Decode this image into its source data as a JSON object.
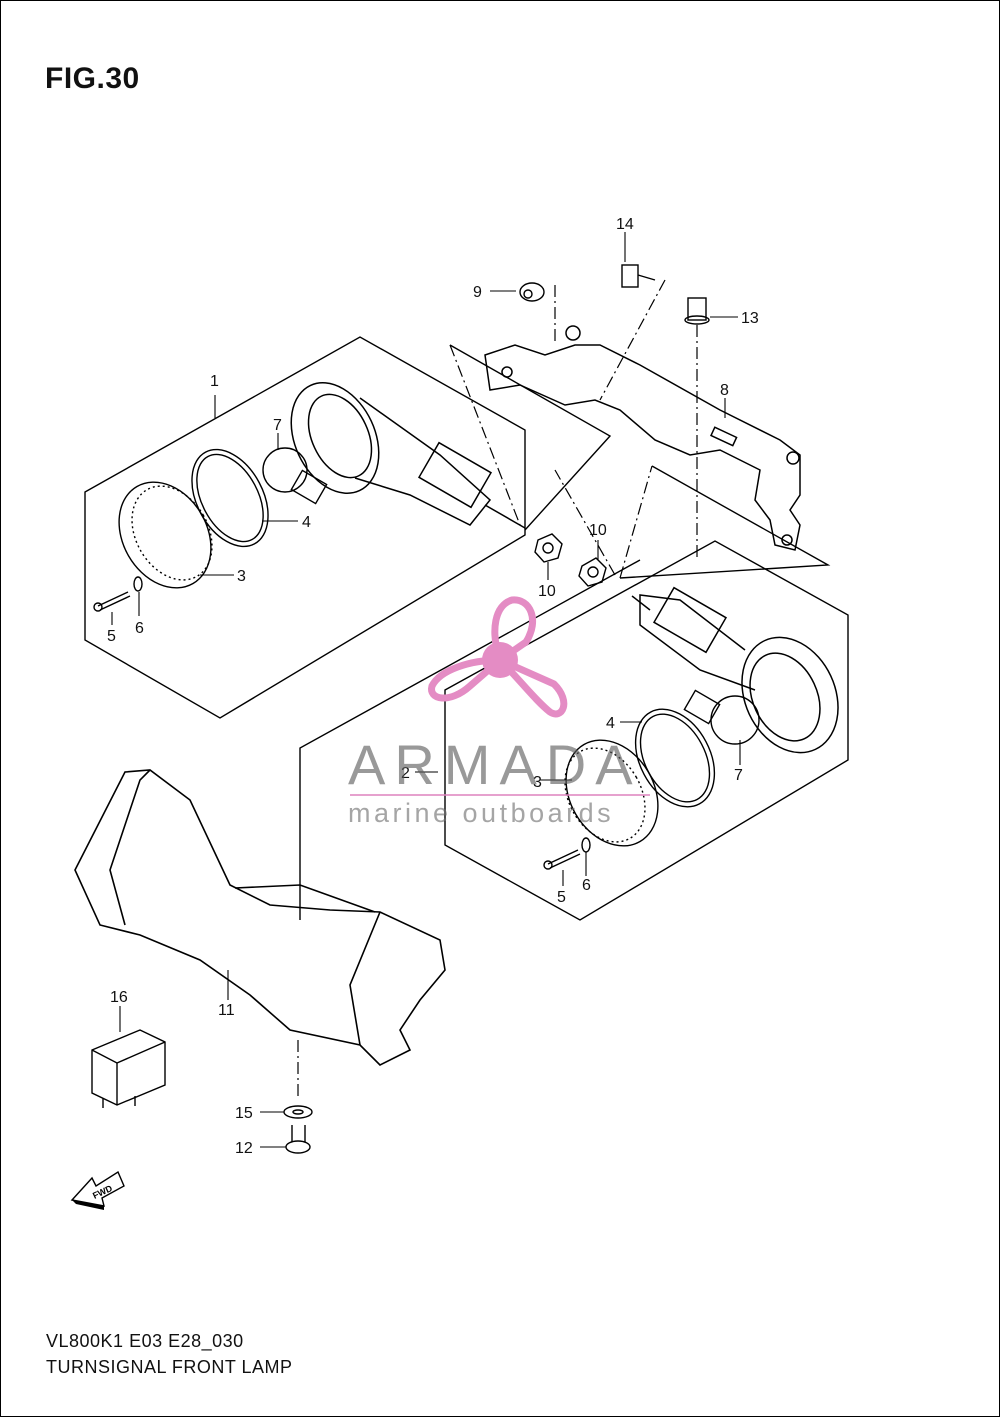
{
  "figure": {
    "title": "FIG.30"
  },
  "footer": {
    "code": "VL800K1 E03 E28_030",
    "name": "TURNSIGNAL FRONT LAMP"
  },
  "callouts": {
    "c1": "1",
    "c2": "2",
    "c3a": "3",
    "c3b": "3",
    "c4a": "4",
    "c4b": "4",
    "c5a": "5",
    "c5b": "5",
    "c6a": "6",
    "c6b": "6",
    "c7a": "7",
    "c7b": "7",
    "c8": "8",
    "c9": "9",
    "c10a": "10",
    "c10b": "10",
    "c11": "11",
    "c12": "12",
    "c13": "13",
    "c14": "14",
    "c15": "15",
    "c16": "16"
  },
  "fwd_badge": "FWD",
  "watermark": {
    "brand": "ARMADA",
    "sub": "marine outboards",
    "color": "#e48cc4"
  },
  "icons": [
    "propeller-logo-icon",
    "fwd-arrow-icon"
  ]
}
